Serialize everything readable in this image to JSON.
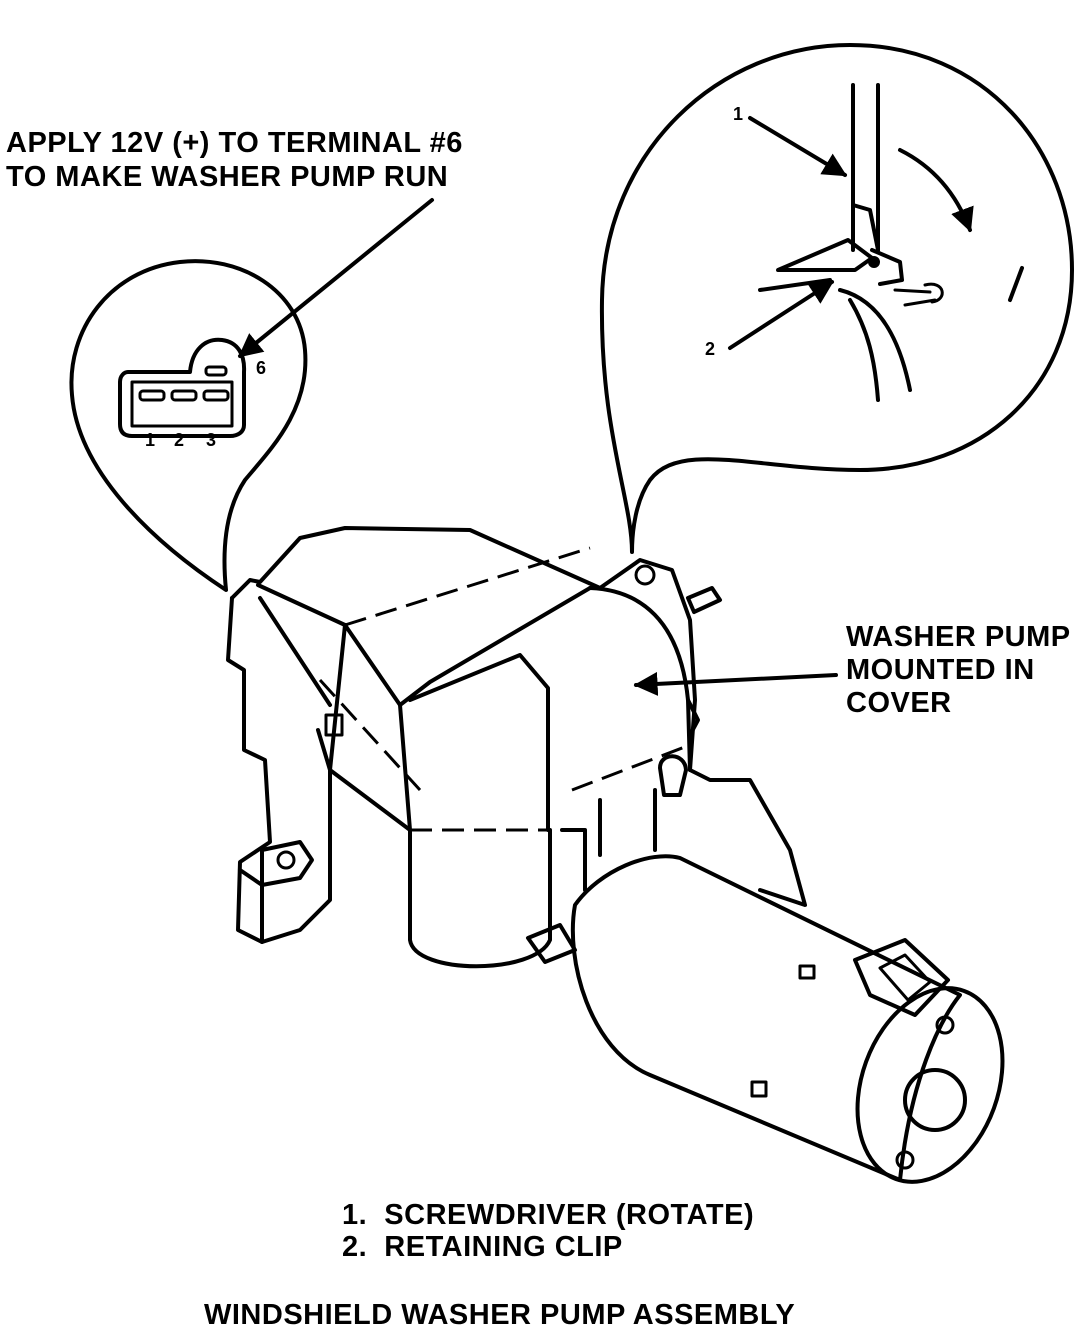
{
  "callouts": {
    "top_left_line1": "APPLY 12V (+) TO TERMINAL #6",
    "top_left_line2": "TO MAKE WASHER PUMP RUN",
    "right_line1": "WASHER PUMP",
    "right_line2": "MOUNTED IN",
    "right_line3": "COVER"
  },
  "connector": {
    "terminal_6": "6",
    "terminal_1": "1",
    "terminal_2": "2",
    "terminal_3": "3"
  },
  "detail": {
    "marker_1": "1",
    "marker_2": "2"
  },
  "legend": {
    "item1": "1.  SCREWDRIVER (ROTATE)",
    "item2": "2.  RETAINING CLIP"
  },
  "title": "WINDSHIELD WASHER PUMP ASSEMBLY",
  "colors": {
    "ink": "#000000",
    "paper": "#ffffff"
  },
  "icons": [
    "connector-icon",
    "arrow-icon",
    "screwdriver-icon",
    "clip-icon"
  ]
}
